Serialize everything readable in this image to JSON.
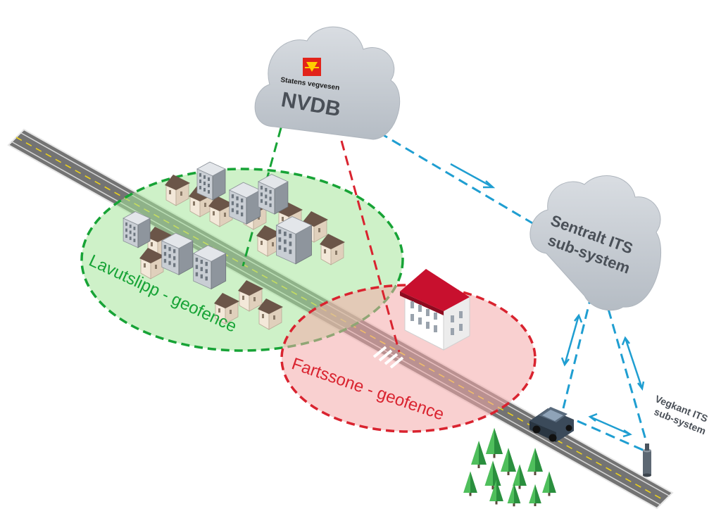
{
  "clouds": {
    "nvdb": {
      "org": "Statens vegvesen",
      "title": "NVDB"
    },
    "central": {
      "line1": "Sentralt ITS",
      "line2": "sub-system"
    }
  },
  "zones": {
    "emission": "Lavutslipp - geofence",
    "speed": "Fartssone - geofence"
  },
  "roadside": {
    "line1": "Vegkant ITS",
    "line2": "sub-system"
  },
  "colors": {
    "green_zone_fill": "#a6e59b",
    "green_line": "#17a336",
    "red_zone_fill": "#f4a9aa",
    "red_line": "#d9232f",
    "blue_line": "#1f9ed1",
    "cloud": "#c9cfd6",
    "road": "#6f6f6f",
    "road_center": "#e9d31f",
    "roof_red": "#c8102e",
    "logo_red": "#e2231a",
    "logo_yellow": "#ffcd00"
  },
  "icons": [
    "cloud-icon",
    "statens-vegvesen-logo",
    "house-icon",
    "school-icon",
    "car-icon",
    "roadside-unit-icon",
    "tree-icon",
    "double-arrow-icon"
  ]
}
